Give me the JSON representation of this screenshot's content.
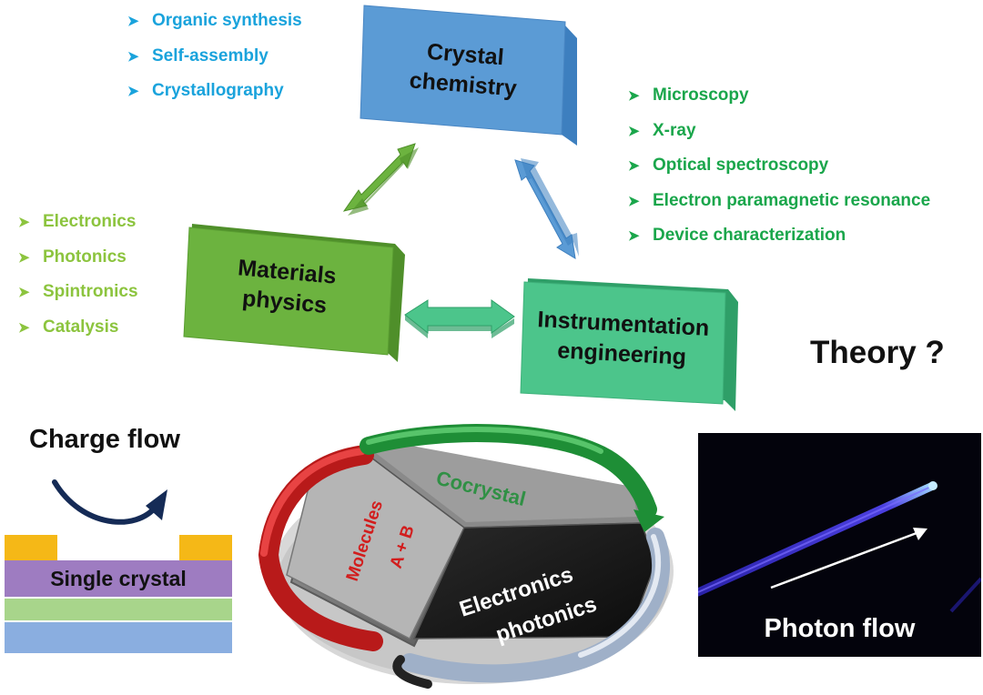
{
  "crystal_box": {
    "line1": "Crystal",
    "line2": "chemistry",
    "color": "#5b9bd5"
  },
  "materials_box": {
    "line1": "Materials",
    "line2": "physics",
    "color": "#6cb33f"
  },
  "instrument_box": {
    "line1": "Instrumentation",
    "line2": "engineering",
    "color": "#4cc58b"
  },
  "crystal_list": [
    "Organic synthesis",
    "Self-assembly",
    "Crystallography"
  ],
  "instrument_list": [
    "Microscopy",
    "X-ray",
    "Optical spectroscopy",
    "Electron paramagnetic resonance",
    "Device characterization"
  ],
  "materials_list": [
    "Electronics",
    "Photonics",
    "Spintronics",
    "Catalysis"
  ],
  "theory": "Theory ?",
  "charge_flow": "Charge flow",
  "single_crystal": "Single crystal",
  "photon_flow": "Photon flow",
  "wheel": {
    "molecules": "Molecules",
    "ab": "A + B",
    "cocrystal": "Cocrystal",
    "electronics": "Electronics",
    "photonics": "photonics"
  },
  "list_marker": "➤"
}
